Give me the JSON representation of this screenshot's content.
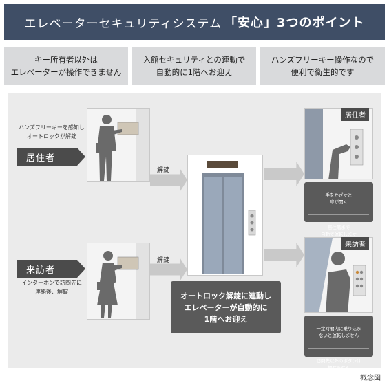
{
  "header": {
    "title": "エレベーターセキュリティシステム",
    "emphasis": "「安心」3つのポイント"
  },
  "points": [
    "キー所有者以外は\nエレベーターが操作できません",
    "入館セキュリティとの連動で\n自動的に1階へお迎え",
    "ハンズフリーキー操作なので\n便利で衛生的です"
  ],
  "resident": {
    "label": "居住者",
    "note": "ハンズフリーキーを感知し\nオートロックが解錠"
  },
  "visitor": {
    "label": "来訪者",
    "note": "インターホンで訪問先に\n連絡後、解錠"
  },
  "arrow_label": "解錠",
  "center_message": "オートロック解錠に連動し\nエレベーターが自動的に\n1階へお迎え",
  "right_resident": {
    "badge": "居住者",
    "note1": "手をかざすと\n扉が開く",
    "note2": "居住階まで\n自動で運転します"
  },
  "right_visitor": {
    "badge": "来訪者",
    "note1": "一定時間内に乗り込ま\nないと運転しません",
    "note2": "訪問先以外のボタンは\n押せません"
  },
  "caption": "概念図",
  "colors": {
    "header_bg": "#3f4e66",
    "point_bg": "#d9dadc",
    "dark_box": "#5a5a5a",
    "panel_bg": "#ebebeb"
  }
}
